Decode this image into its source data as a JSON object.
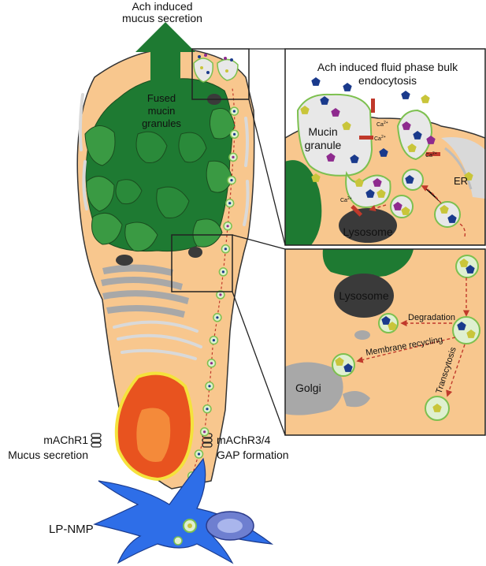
{
  "labels": {
    "top_title_line1": "Ach induced",
    "top_title_line2": "mucus secretion",
    "fused_line1": "Fused",
    "fused_line2": "mucin",
    "fused_line3": "granules",
    "panel_title_line1": "Ach induced fluid phase bulk",
    "panel_title_line2": "endocytosis",
    "mucin_line1": "Mucin",
    "mucin_line2": "granule",
    "ca": "Ca",
    "ca_sup": "2+",
    "er": "ER",
    "lysosome": "Lysosome",
    "degradation": "Degradation",
    "membrane_recycling": "Membrane recycling",
    "transcytosis": "Transcytosis",
    "golgi": "Golgi",
    "machr1": "mAChR1",
    "mucus_secretion": "Mucus secretion",
    "machr34": "mAChR3/4",
    "gap_formation": "GAP formation",
    "lp_nmp": "LP-NMP"
  },
  "colors": {
    "cell_fill": "#f8c78e",
    "mucin_dark": "#1e7a32",
    "mucin_light": "#3a9a43",
    "nucleus_outer": "#e8531f",
    "nucleus_ring": "#f5e23c",
    "lp_nmp": "#2e6ee8",
    "vesicle_ring": "#7dc04f",
    "arrow_red": "#c0392b",
    "pentagon_navy": "#1a3a8c",
    "pentagon_yellow": "#c9c53a",
    "pentagon_purple": "#8e2a8e",
    "lysosome": "#3a3a3a",
    "golgi": "#a8a8a8"
  }
}
